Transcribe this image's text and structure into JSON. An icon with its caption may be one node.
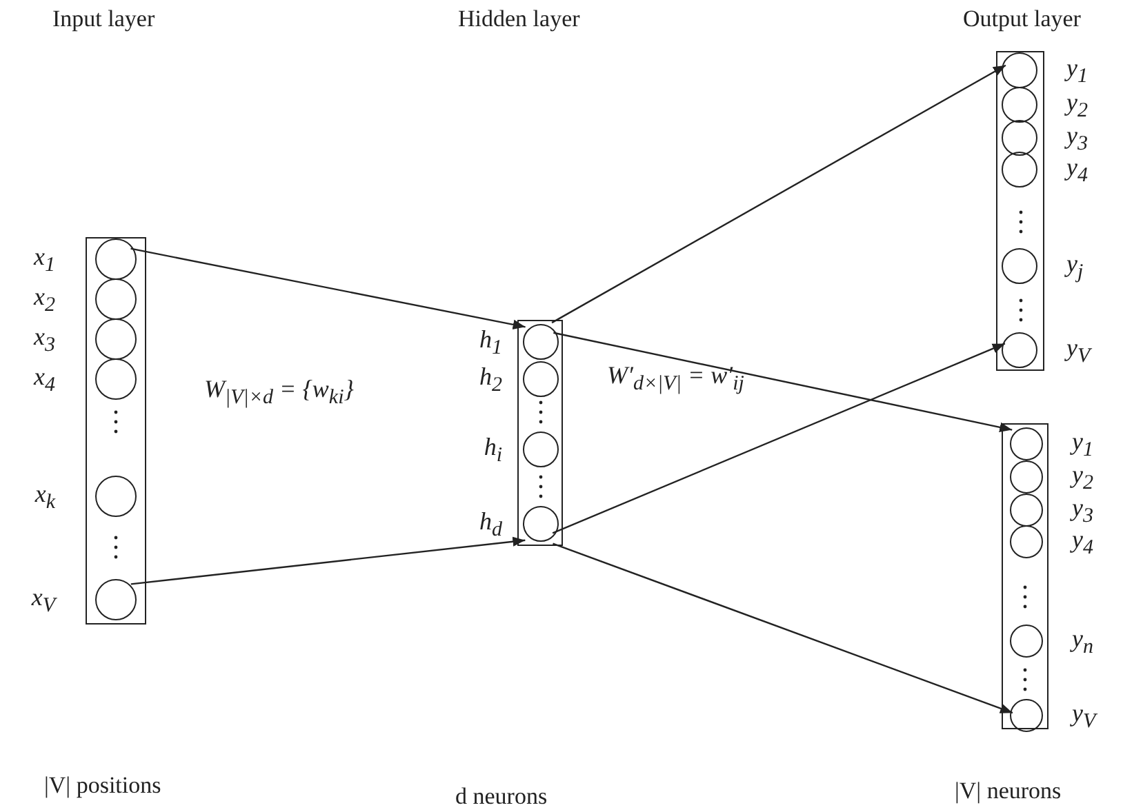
{
  "diagram": {
    "nodes": [
      {
        "text": [],
        "shape": "box"
      },
      {
        "text": [],
        "shape": "circle",
        "in": 0,
        "beside": [
          "x$_{1}$"
        ]
      },
      {
        "text": [],
        "shape": "circle",
        "in": 0,
        "beside": [
          "x$_{2}$"
        ]
      },
      {
        "text": [],
        "shape": "circle",
        "in": 0,
        "beside": [
          "x$_{3}$"
        ]
      },
      {
        "text": [],
        "shape": "circle",
        "in": 0,
        "beside": [
          "x$_{4}$"
        ]
      },
      {
        "text": [],
        "shape": "circle",
        "in": 0,
        "beside": [
          "x$_{k}$"
        ]
      },
      {
        "text": [],
        "shape": "circle",
        "in": 0,
        "beside": [
          "x$_{V}$"
        ]
      },
      {
        "text": [],
        "shape": "box"
      },
      {
        "text": [],
        "shape": "circle",
        "in": 7,
        "beside": [
          "h$_{1}$"
        ]
      },
      {
        "text": [],
        "shape": "circle",
        "in": 7,
        "beside": [
          "h$_{2}$"
        ]
      },
      {
        "text": [],
        "shape": "circle",
        "in": 7,
        "beside": [
          "h$_{i}$"
        ]
      },
      {
        "text": [],
        "shape": "circle",
        "in": 7,
        "beside": [
          "h$_{d}$"
        ]
      },
      {
        "text": [],
        "shape": "box"
      },
      {
        "text": [],
        "shape": "circle",
        "in": 12,
        "beside": [
          "y$_{1}$"
        ]
      },
      {
        "text": [],
        "shape": "circle",
        "in": 12,
        "beside": [
          "y$_{2}$"
        ]
      },
      {
        "text": [],
        "shape": "circle",
        "in": 12,
        "beside": [
          "y$_{3}$"
        ]
      },
      {
        "text": [],
        "shape": "circle",
        "in": 12,
        "beside": [
          "y$_{4}$"
        ]
      },
      {
        "text": [],
        "shape": "circle",
        "in": 12,
        "beside": [
          "y$_{j}$"
        ]
      },
      {
        "text": [],
        "shape": "circle",
        "in": 12,
        "beside": [
          "y$_{V}$"
        ]
      },
      {
        "text": [],
        "shape": "box"
      },
      {
        "text": [],
        "shape": "circle",
        "in": 19,
        "beside": [
          "y$_{1}$"
        ]
      },
      {
        "text": [],
        "shape": "circle",
        "in": 19,
        "beside": [
          "y$_{2}$"
        ]
      },
      {
        "text": [],
        "shape": "circle",
        "in": 19,
        "beside": [
          "y$_{3}$"
        ]
      },
      {
        "text": [],
        "shape": "circle",
        "in": 19,
        "beside": [
          "y$_{4}$"
        ]
      },
      {
        "text": [],
        "shape": "circle",
        "in": 19,
        "beside": [
          "y$_{n}$"
        ]
      },
      {
        "text": [],
        "shape": "circle",
        "in": 19,
        "beside": [
          "y$_{V}$"
        ]
      }
    ],
    "edges": [
      {
        "from": 1,
        "to": 8,
        "arrow": "to"
      },
      {
        "from": 6,
        "to": 11,
        "arrow": "to"
      },
      {
        "from": 8,
        "to": 13,
        "arrow": "to"
      },
      {
        "from": 11,
        "to": 18,
        "arrow": "to"
      },
      {
        "from": 8,
        "to": 20,
        "arrow": "to"
      },
      {
        "from": 11,
        "to": 25,
        "arrow": "to"
      }
    ],
    "labels": [
      "Input layer",
      "Hidden layer",
      "Output layer",
      "W$_{|V|×d}$ = {w$_{ki}$}",
      "W′$_{d×|V|}$ = w′$_{ij}$",
      "|V| positions",
      "d neurons",
      "|V| neurons"
    ]
  }
}
